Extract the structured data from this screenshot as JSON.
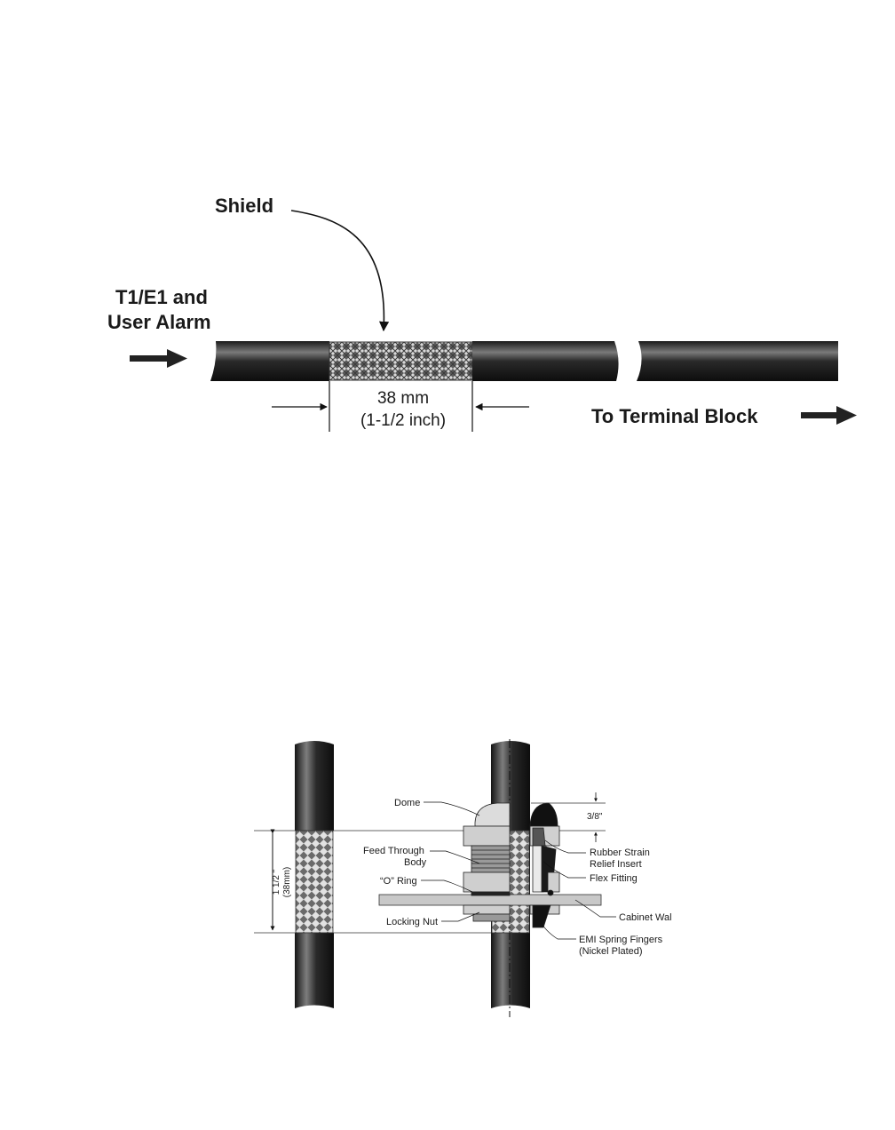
{
  "cable_diagram": {
    "shield_label": "Shield",
    "input_label_line1": "T1/E1 and",
    "input_label_line2": "User Alarm",
    "dimension_mm": "38 mm",
    "dimension_inch": "(1-1/2  inch)",
    "output_label": "To Terminal Block"
  },
  "gland_diagram": {
    "dimension_inch": "1 1/2 \"",
    "dimension_mm": "(38mm)",
    "dome_offset": "3/8\"",
    "labels": {
      "dome": "Dome",
      "feed_through_line1": "Feed Through",
      "feed_through_line2": "Body",
      "o_ring": "“O” Ring",
      "locking_nut": "Locking Nut",
      "rubber_strain_line1": "Rubber Strain",
      "rubber_strain_line2": "Relief Insert",
      "flex_fitting": "Flex Fitting",
      "cabinet_wall": "Cabinet Wal",
      "emi_line1": "EMI Spring Fingers",
      "emi_line2": "(Nickel Plated)"
    }
  },
  "colors": {
    "cable_dark": "#1e1e1e",
    "cable_highlight": "#8a8a8a",
    "shield_gray": "#9a9a9a",
    "gland_light": "#d6d6d6",
    "wall_gray": "#c8c8c8"
  }
}
